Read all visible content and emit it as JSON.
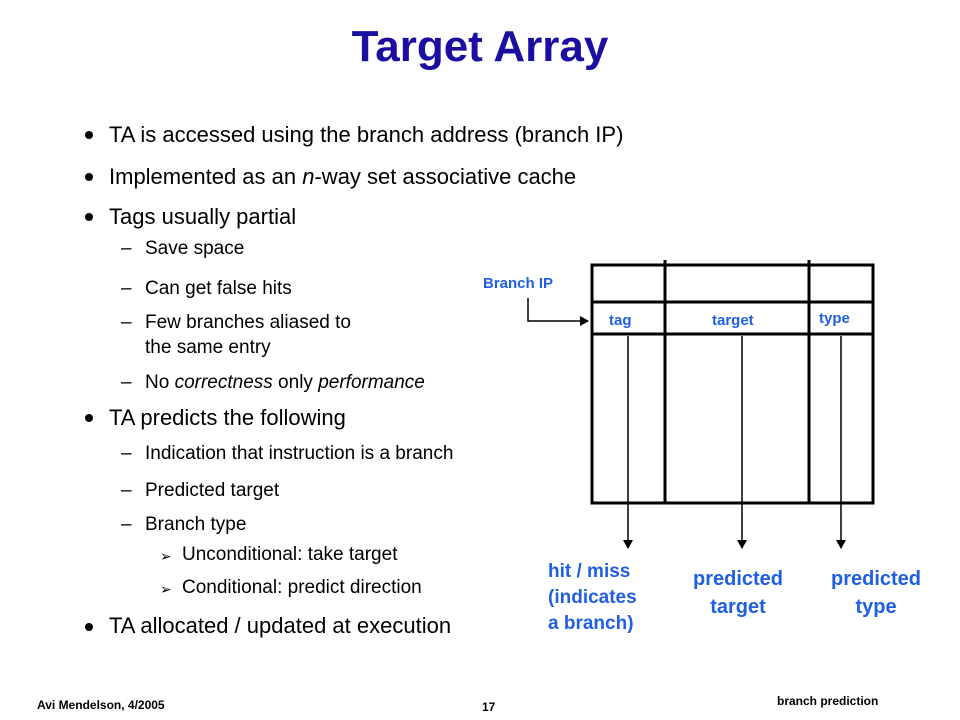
{
  "title": "Target Array",
  "bullets": {
    "b1": "TA is accessed using the branch address (branch IP)",
    "b2_pre": "Implemented as an ",
    "b2_n": "n",
    "b2_post": "-way set associative cache",
    "b3": "Tags usually partial",
    "b3_s1": "Save space",
    "b3_s2": "Can get false hits",
    "b3_s3a": "Few branches aliased to",
    "b3_s3b": "the same entry",
    "b3_s4_pre": "No ",
    "b3_s4_i1": "correctness",
    "b3_s4_mid": " only ",
    "b3_s4_i2": "performance",
    "b4": "TA predicts the following",
    "b4_s1": "Indication that instruction is a branch",
    "b4_s2": "Predicted target",
    "b4_s3": "Branch type",
    "b4_s3_a": "Unconditional: take target",
    "b4_s3_b": "Conditional: predict direction",
    "b5": "TA allocated / updated at execution"
  },
  "diagram": {
    "branch_ip": "Branch IP",
    "col_tag": "tag",
    "col_target": "target",
    "col_type": "type",
    "out1_l1": "hit / miss",
    "out1_l2": "(indicates",
    "out1_l3": "a branch)",
    "out2_l1": "predicted",
    "out2_l2": "target",
    "out3_l1": "predicted",
    "out3_l2": "type"
  },
  "footer": {
    "author": "Avi Mendelson, 4/2005",
    "page": "17",
    "topic": "branch prediction"
  }
}
